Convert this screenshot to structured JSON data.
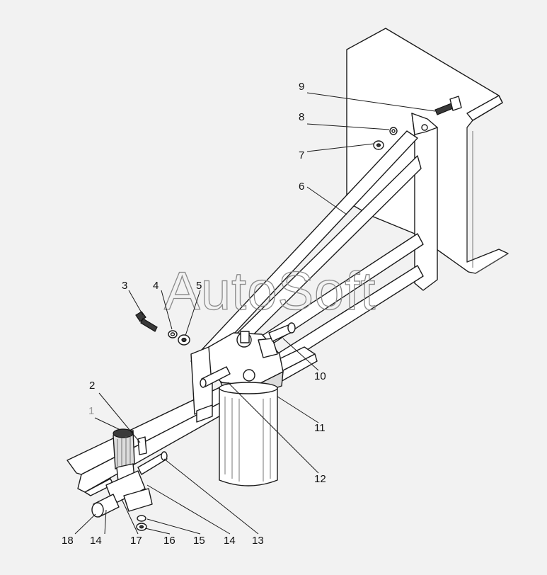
{
  "watermark": "AutoSoft",
  "callouts": [
    {
      "id": "1",
      "text": "1"
    },
    {
      "id": "2",
      "text": "2"
    },
    {
      "id": "3",
      "text": "3"
    },
    {
      "id": "4",
      "text": "4"
    },
    {
      "id": "5",
      "text": "5"
    },
    {
      "id": "6",
      "text": "6"
    },
    {
      "id": "7",
      "text": "7"
    },
    {
      "id": "8",
      "text": "8"
    },
    {
      "id": "9",
      "text": "9"
    },
    {
      "id": "10",
      "text": "10"
    },
    {
      "id": "11",
      "text": "11"
    },
    {
      "id": "12",
      "text": "12"
    },
    {
      "id": "13",
      "text": "13"
    },
    {
      "id": "14a",
      "text": "14"
    },
    {
      "id": "14b",
      "text": "14"
    },
    {
      "id": "15",
      "text": "15"
    },
    {
      "id": "16",
      "text": "16"
    },
    {
      "id": "17",
      "text": "17"
    },
    {
      "id": "18",
      "text": "18"
    }
  ]
}
